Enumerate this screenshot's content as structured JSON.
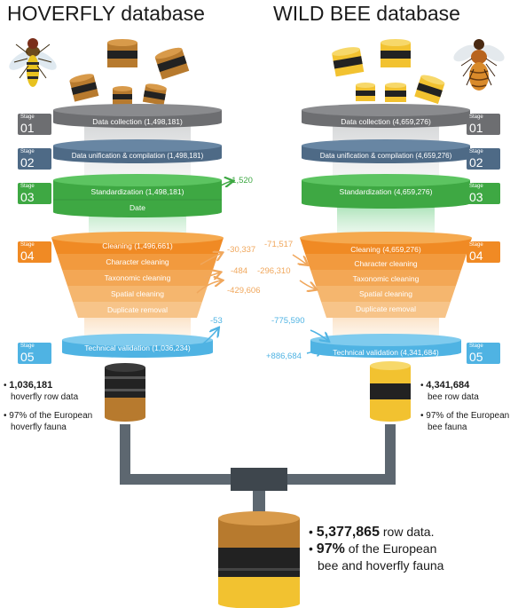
{
  "titles": {
    "left": "HOVERFLY database",
    "right": "WILD BEE database"
  },
  "stage_word": "Stage",
  "left": {
    "stages": [
      {
        "num": "01",
        "label": "Data collection (1,498,181)"
      },
      {
        "num": "02",
        "label": "Data unification & compilation (1,498,181)"
      },
      {
        "num": "03",
        "label": "Standardization (1,498,181)",
        "sub": "Date"
      },
      {
        "num": "04",
        "label": "Cleaning (1,496,661)"
      },
      {
        "num": "05",
        "label": "Technical validation (1,036,234)"
      }
    ],
    "cleaning_steps": [
      "Character cleaning",
      "Taxonomic cleaning",
      "Spatial cleaning",
      "Duplicate removal"
    ],
    "changes": {
      "standardization": "-1,520",
      "character": "-30,337",
      "taxonomic": "-484",
      "spatial": "-429,606",
      "validation": "-53"
    },
    "summary": {
      "count": "1,036,181",
      "count_text": "hoverfly row data",
      "fauna_line1": "97% of the European",
      "fauna_line2": "hoverfly fauna"
    }
  },
  "right": {
    "stages": [
      {
        "num": "01",
        "label": "Data collection (4,659,276)"
      },
      {
        "num": "02",
        "label": "Data unification & compilation (4,659,276)"
      },
      {
        "num": "03",
        "label": "Standardization (4,659,276)"
      },
      {
        "num": "04",
        "label": "Cleaning (4,659,276)"
      },
      {
        "num": "05",
        "label": "Technical validation (4,341,684)"
      }
    ],
    "cleaning_steps": [
      "Character cleaning",
      "Taxonomic cleaning",
      "Spatial cleaning",
      "Duplicate removal"
    ],
    "changes": {
      "character": "-71,517",
      "taxonomic": "-296,310",
      "validation_minus": "-775,590",
      "validation_plus": "+886,684"
    },
    "summary": {
      "count": "4,341,684",
      "count_text": "bee row data",
      "fauna_line1": "97% of the European",
      "fauna_line2": "bee fauna"
    }
  },
  "combined": {
    "count": "5,377,865",
    "count_text": "row data.",
    "pct": "97%",
    "pct_text": "of the European",
    "line3": "bee and hoverfly fauna"
  },
  "colors": {
    "stage1": "#6d6e71",
    "stage2": "#4e6a86",
    "stage3": "#3ea843",
    "stage4": "#f08a24",
    "stage5": "#4fb3e3",
    "hoverfly_can": "#b77a2e",
    "bee_can": "#f2c230",
    "pipe": "#5d6770"
  }
}
